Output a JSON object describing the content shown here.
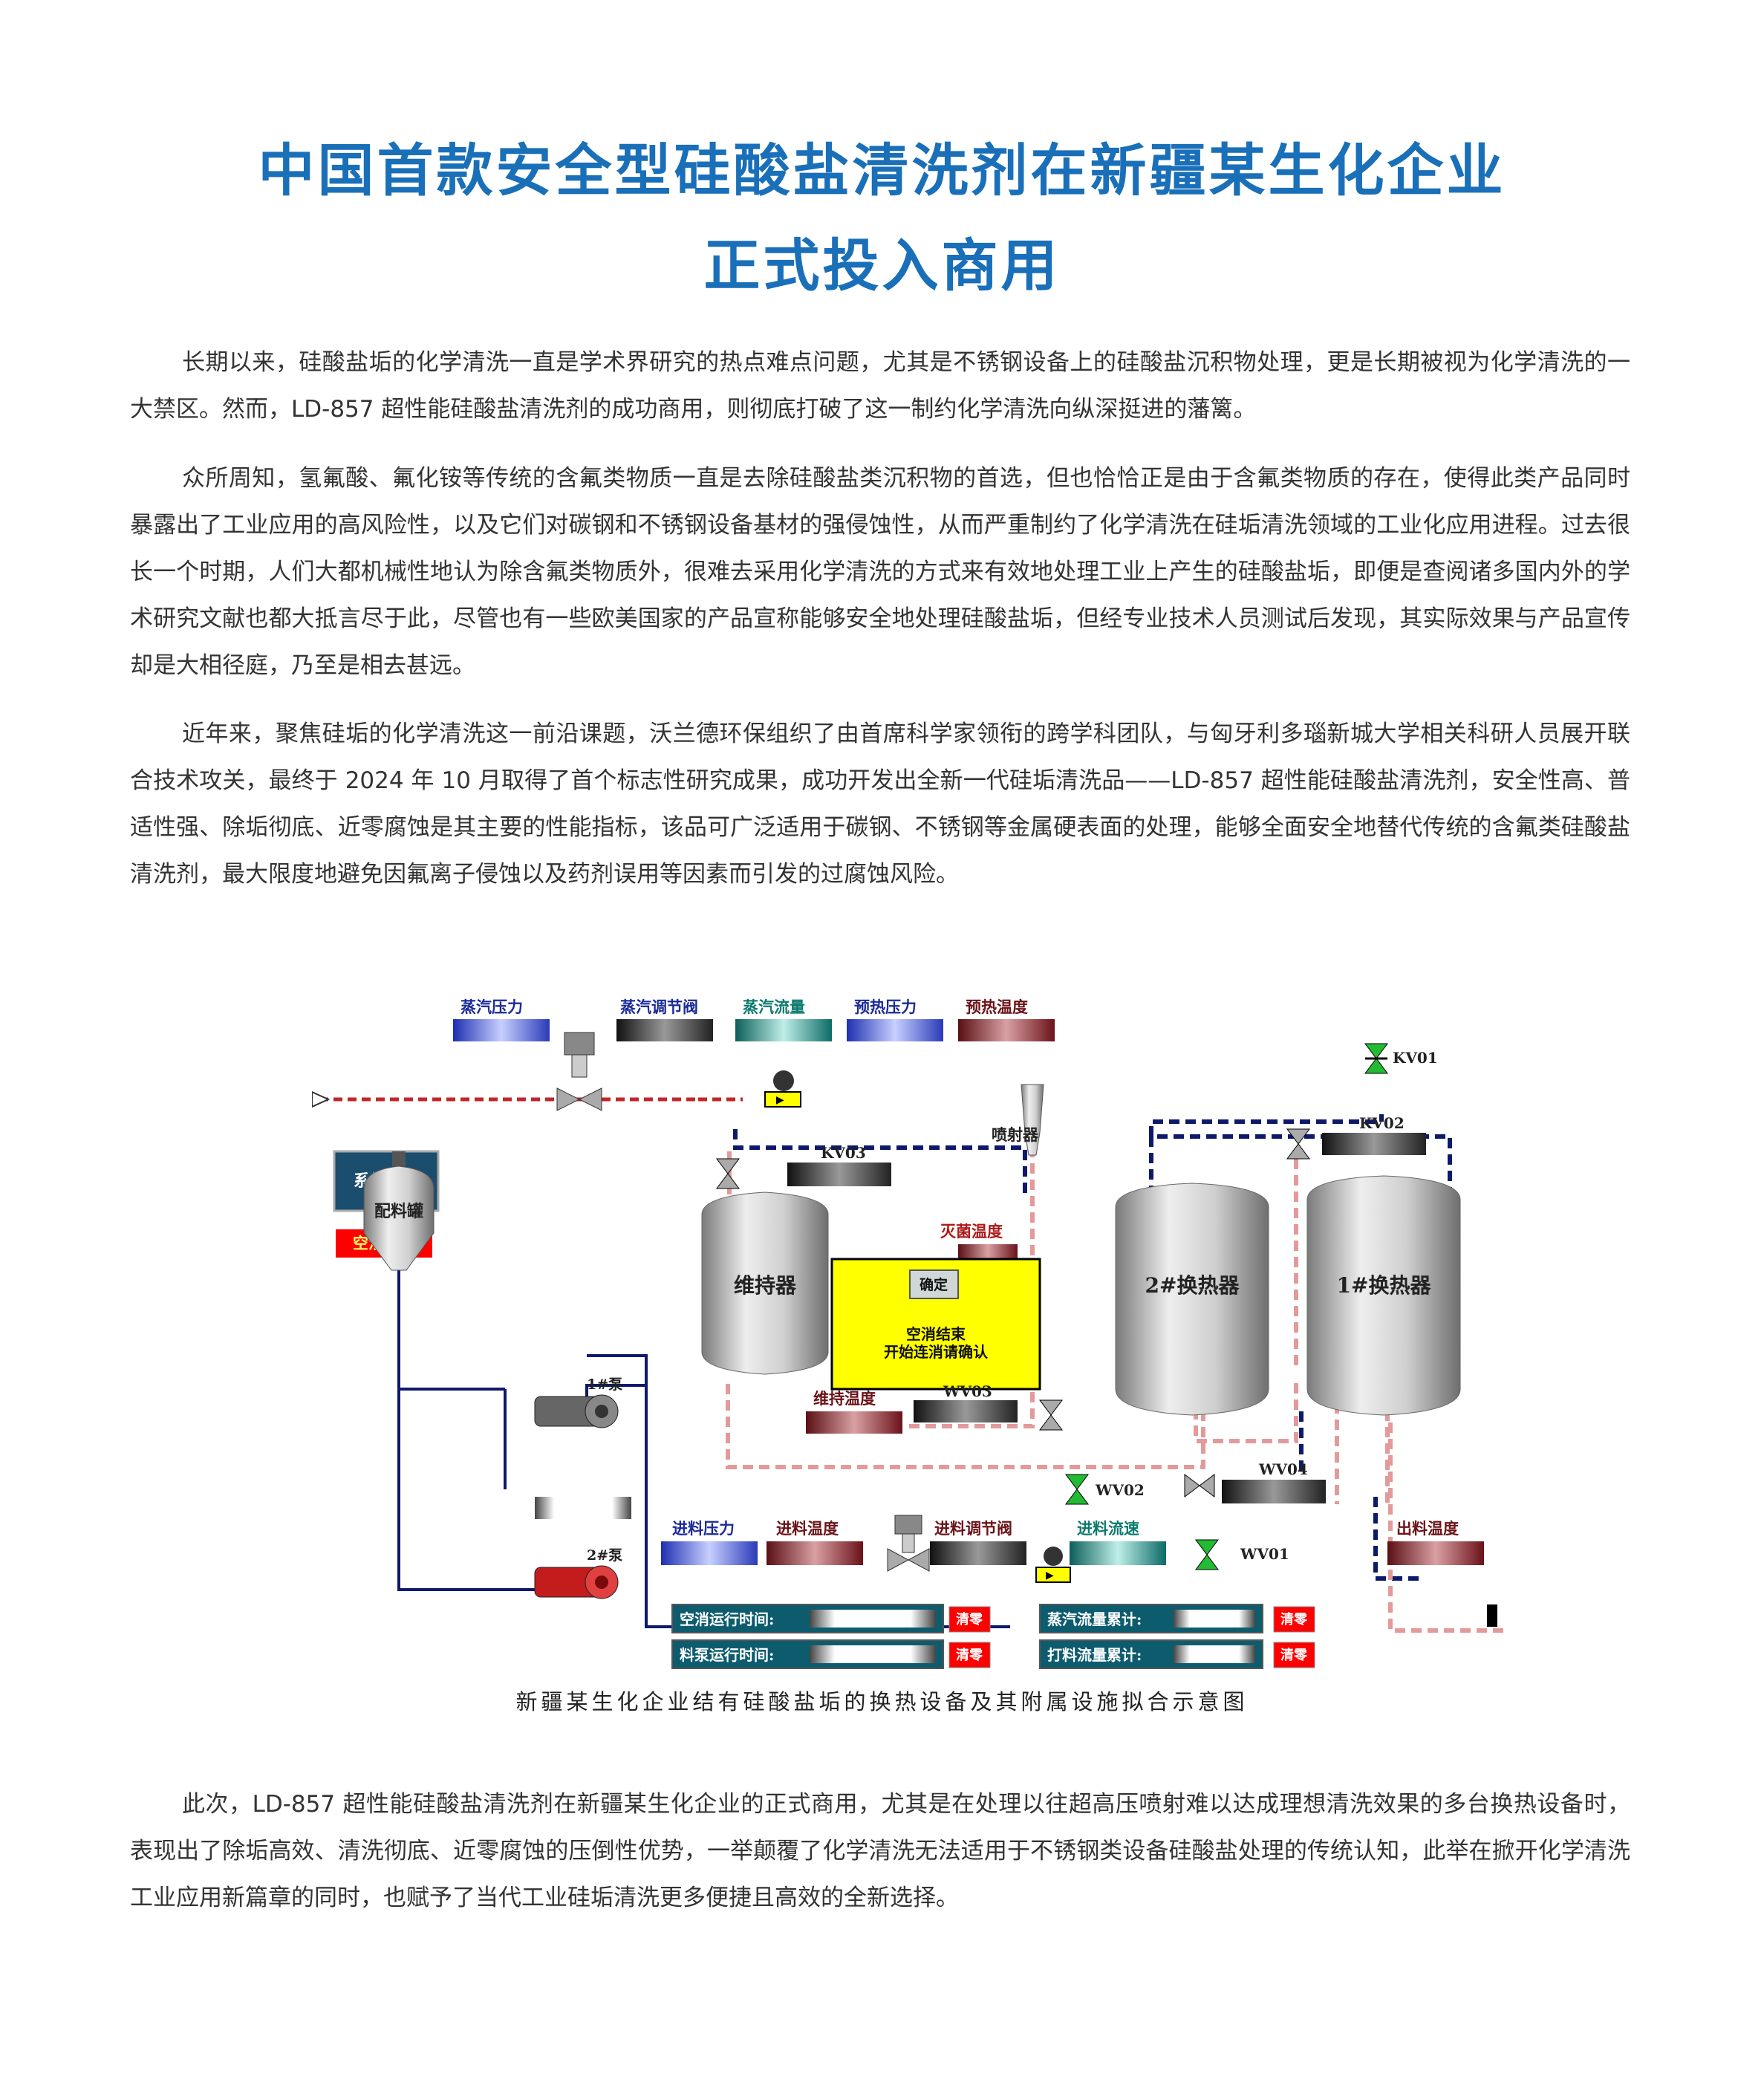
{
  "article": {
    "title_line1": "中国首款安全型硅酸盐清洗剂在新疆某生化企业",
    "title_line2": "正式投入商用",
    "paragraphs": [
      "长期以来，硅酸盐垢的化学清洗一直是学术界研究的热点难点问题，尤其是不锈钢设备上的硅酸盐沉积物处理，更是长期被视为化学清洗的一大禁区。然而，LD-857 超性能硅酸盐清洗剂的成功商用，则彻底打破了这一制约化学清洗向纵深挺进的藩篱。",
      "众所周知，氢氟酸、氟化铵等传统的含氟类物质一直是去除硅酸盐类沉积物的首选，但也恰恰正是由于含氟类物质的存在，使得此类产品同时暴露出了工业应用的高风险性，以及它们对碳钢和不锈钢设备基材的强侵蚀性，从而严重制约了化学清洗在硅垢清洗领域的工业化应用进程。过去很长一个时期，人们大都机械性地认为除含氟类物质外，很难去采用化学清洗的方式来有效地处理工业上产生的硅酸盐垢，即便是查阅诸多国内外的学术研究文献也都大抵言尽于此，尽管也有一些欧美国家的产品宣称能够安全地处理硅酸盐垢，但经专业技术人员测试后发现，其实际效果与产品宣传却是大相径庭，乃至是相去甚远。",
      "近年来，聚焦硅垢的化学清洗这一前沿课题，沃兰德环保组织了由首席科学家领衔的跨学科团队，与匈牙利多瑙新城大学相关科研人员展开联合技术攻关，最终于 2024 年 10 月取得了首个标志性研究成果，成功开发出全新一代硅垢清洗品——LD-857 超性能硅酸盐清洗剂，安全性高、普适性强、除垢彻底、近零腐蚀是其主要的性能指标，该品可广泛适用于碳钢、不锈钢等金属硬表面的处理，能够全面安全地替代传统的含氟类硅酸盐清洗剂，最大限度地避免因氟离子侵蚀以及药剂误用等因素而引发的过腐蚀风险。",
      "此次，LD-857 超性能硅酸盐清洗剂在新疆某生化企业的正式商用，尤其是在处理以往超高压喷射难以达成理想清洗效果的多台换热设备时，表现出了除垢高效、清洗彻底、近零腐蚀的压倒性优势，一举颠覆了化学清洗无法适用于不锈钢类设备硅酸盐处理的传统认知，此举在掀开化学清洗工业应用新篇章的同时，也赋予了当代工业硅垢清洗更多便捷且高效的全新选择。"
    ],
    "caption": "新疆某生化企业结有硅酸盐垢的换热设备及其附属设施拟合示意图"
  },
  "diagram": {
    "labels": {
      "steam_pressure": "蒸汽压力",
      "steam_valve": "蒸汽调节阀",
      "steam_flow": "蒸汽流量",
      "preheat_pressure": "预热压力",
      "preheat_temp": "预热温度",
      "kv01": "KV01",
      "kv02": "KV02",
      "kv03": "KV03",
      "injector": "喷射器",
      "system_start": "系统启动",
      "blank_start": "空消开始",
      "holder": "维持器",
      "exchanger2": "2#换热器",
      "exchanger1": "1#换热器",
      "sterilize_temp": "灭菌温度",
      "popup_confirm": "确定",
      "popup_line1": "空消结束",
      "popup_line2": "开始连消请确认",
      "batch_tank": "配料罐",
      "pump1": "1#泵",
      "pump2": "2#泵",
      "hold_temp": "维持温度",
      "wv03": "WV03",
      "wv04": "WV04",
      "wv02": "WV02",
      "wv01": "WV01",
      "feed_pressure": "进料压力",
      "feed_temp": "进料温度",
      "feed_valve": "进料调节阀",
      "feed_flow": "进料流速",
      "out_temp": "出料温度",
      "blank_runtime": "空消运行时间:",
      "pump_runtime": "料泵运行时间:",
      "steam_total": "蒸汽流量累计:",
      "feed_total": "打料流量累计:",
      "clear": "清零"
    },
    "colors": {
      "steam_line": "#c0262a",
      "blue_line": "#0d1a6b",
      "pink_line": "#e39a9a",
      "popup_bg": "#ffff00",
      "button_bg": "#1b4d6e",
      "alarm_red": "#ff0000"
    }
  }
}
